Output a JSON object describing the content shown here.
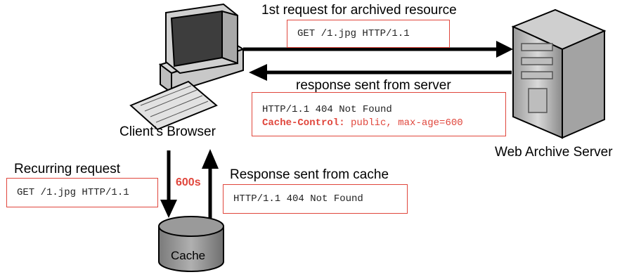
{
  "labels": {
    "first_request": "1st request for archived resource",
    "response_from_server": "response sent from server",
    "client": "Client’s Browser",
    "server": "Web Archive Server",
    "recurring": "Recurring request",
    "response_from_cache": "Response sent from cache",
    "cache": "Cache",
    "ttl": "600s"
  },
  "boxes": {
    "first_request_line": "GET /1.jpg HTTP/1.1",
    "server_status_line": "HTTP/1.1 404 Not Found",
    "cache_control_key": "Cache-Control:",
    "cache_control_value": " public, max-age=600",
    "recurring_line": "GET /1.jpg HTTP/1.1",
    "cache_status_line": "HTTP/1.1 404 Not Found"
  },
  "colors": {
    "accent": "#e0463c",
    "arrow": "#000000"
  }
}
